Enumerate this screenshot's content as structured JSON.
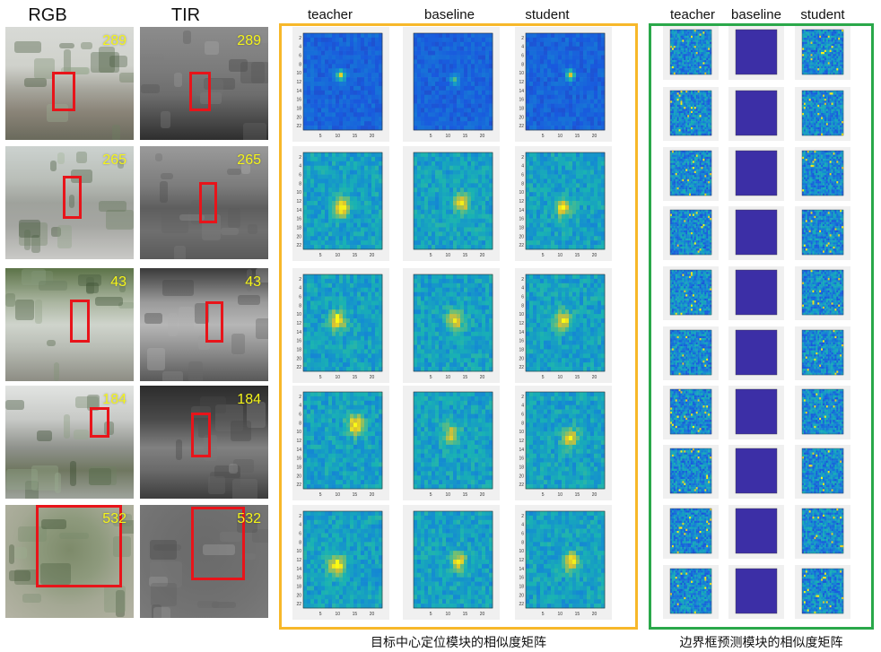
{
  "headers": {
    "rgb": "RGB",
    "tir": "TIR",
    "center_teacher": "teacher",
    "center_baseline": "baseline",
    "center_student": "student",
    "bbox_teacher": "teacher",
    "bbox_baseline": "baseline",
    "bbox_student": "student"
  },
  "rows": [
    {
      "frame": "289"
    },
    {
      "frame": "265"
    },
    {
      "frame": "43"
    },
    {
      "frame": "184"
    },
    {
      "frame": "532"
    }
  ],
  "heatmap_ticks": {
    "y": [
      "2",
      "4",
      "6",
      "8",
      "10",
      "12",
      "14",
      "16",
      "18",
      "20",
      "22"
    ],
    "x": [
      "5",
      "10",
      "15",
      "20"
    ]
  },
  "captions": {
    "center": "目标中心定位模块的相似度矩阵",
    "bbox": "边界框预测模块的相似度矩阵"
  },
  "colors": {
    "yellow_frame": "#f7b82a",
    "green_frame": "#2aa84a",
    "box_red": "#e8141a",
    "frame_number": "#f5f51a",
    "baseline_fill": "#3c2fa6"
  }
}
